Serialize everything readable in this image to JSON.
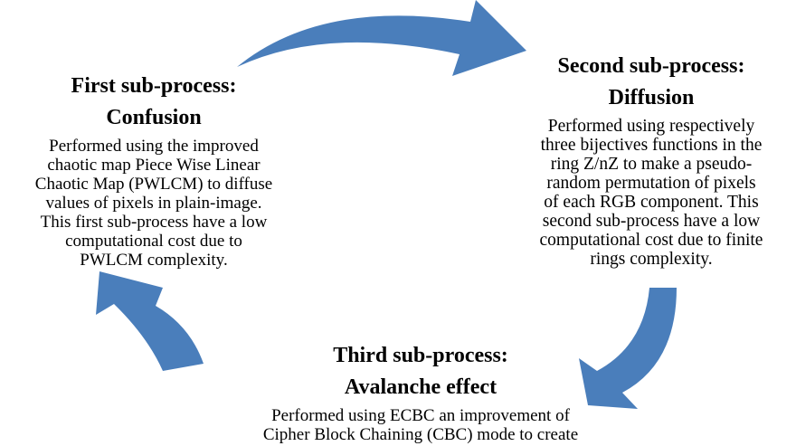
{
  "colors": {
    "arrow": "#4a7ebb",
    "text": "#000000",
    "background": "#ffffff"
  },
  "arrows": [
    "curved-arrow-first-to-second",
    "curved-arrow-second-to-third",
    "curved-arrow-third-to-first"
  ],
  "first": {
    "title": "First sub-process:",
    "subtitle": "Confusion",
    "lines": [
      "Performed using the improved",
      "chaotic map Piece Wise Linear",
      "Chaotic Map (PWLCM) to diffuse",
      "values of pixels in plain-image.",
      "This first sub-process have a low",
      "computational cost due to",
      "PWLCM complexity."
    ]
  },
  "second": {
    "title": "Second sub-process:",
    "subtitle": "Diffusion",
    "lines": [
      "Performed using respectively",
      "three bijectives functions in the",
      "ring Z/nZ to make a pseudo-",
      "random permutation of pixels",
      "of each RGB component. This",
      "second sub-process have a low",
      "computational cost due to finite",
      "rings complexity."
    ]
  },
  "third": {
    "title": "Third sub-process:",
    "subtitle": "Avalanche effect",
    "lines": [
      "Performed using ECBC an improvement of",
      "Cipher Block Chaining (CBC) mode to create"
    ]
  }
}
